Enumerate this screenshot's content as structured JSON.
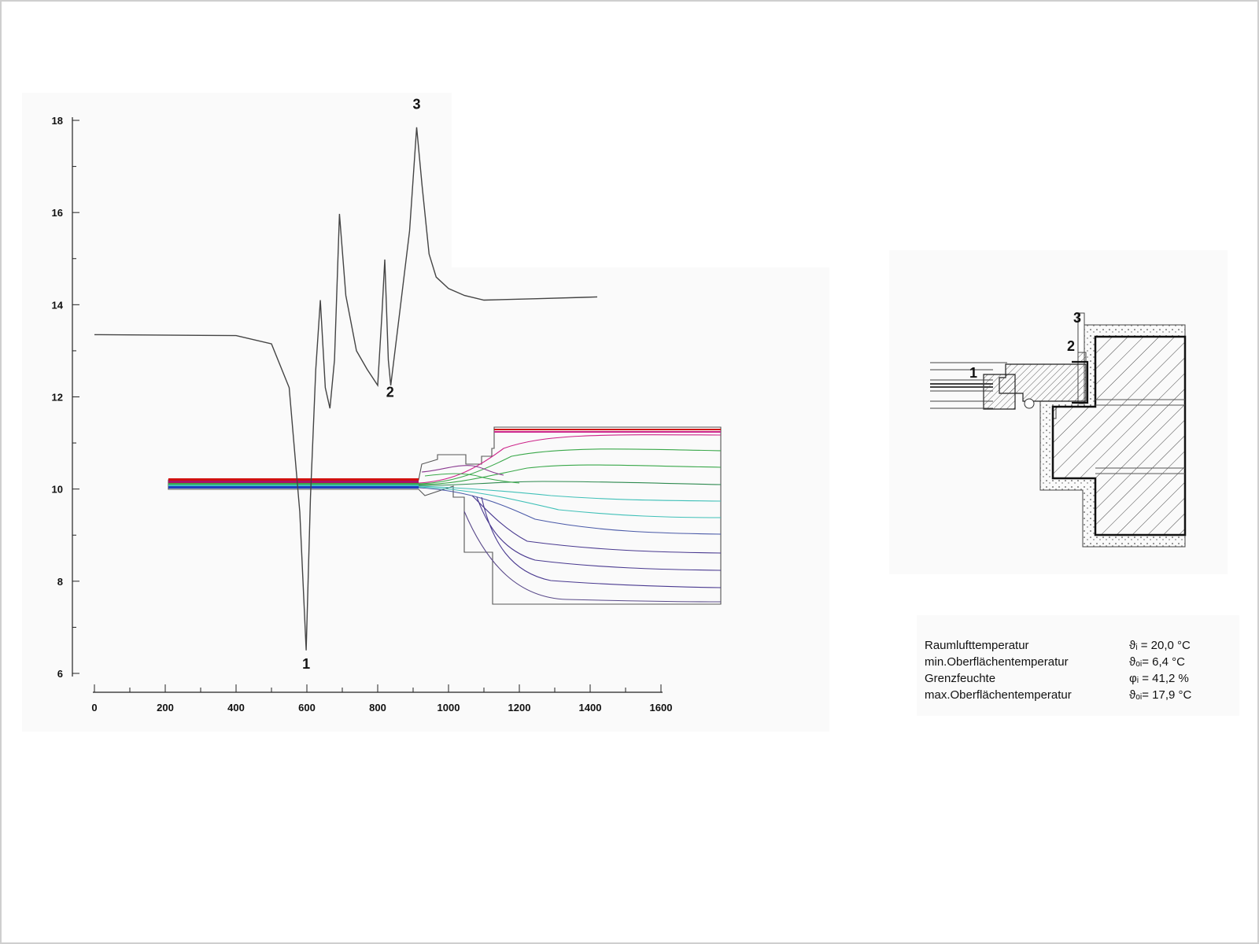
{
  "chart_data": {
    "type": "line",
    "title": "",
    "xlabel": "",
    "ylabel": "",
    "xlim": [
      0,
      1600
    ],
    "ylim": [
      6,
      18
    ],
    "x_ticks": [
      0,
      200,
      400,
      600,
      800,
      1000,
      1200,
      1400,
      1600
    ],
    "y_ticks": [
      6,
      8,
      10,
      12,
      14,
      16,
      18
    ],
    "grid": false,
    "series": [
      {
        "color": "#444444",
        "points": [
          [
            0,
            13.35
          ],
          [
            400,
            13.33
          ],
          [
            500,
            13.15
          ],
          [
            550,
            12.2
          ],
          [
            580,
            9.5
          ],
          [
            598,
            6.5
          ],
          [
            610,
            9.8
          ],
          [
            625,
            12.6
          ],
          [
            638,
            14.1
          ],
          [
            652,
            12.2
          ],
          [
            665,
            11.75
          ],
          [
            678,
            12.8
          ],
          [
            692,
            15.97
          ],
          [
            710,
            14.2
          ],
          [
            740,
            13.0
          ],
          [
            770,
            12.6
          ],
          [
            800,
            12.25
          ],
          [
            812,
            13.8
          ],
          [
            820,
            14.98
          ],
          [
            830,
            12.8
          ],
          [
            837,
            12.25
          ],
          [
            860,
            13.7
          ],
          [
            890,
            15.6
          ],
          [
            910,
            17.85
          ],
          [
            925,
            16.6
          ],
          [
            945,
            15.1
          ],
          [
            965,
            14.6
          ],
          [
            1000,
            14.35
          ],
          [
            1045,
            14.2
          ],
          [
            1100,
            14.1
          ],
          [
            1250,
            14.13
          ],
          [
            1380,
            14.16
          ],
          [
            1420,
            14.17
          ]
        ]
      }
    ],
    "annotations": [
      {
        "label": "1",
        "x": 598,
        "y": 6.1
      },
      {
        "label": "2",
        "x": 835,
        "y": 12.0
      },
      {
        "label": "3",
        "x": 910,
        "y": 18.25
      }
    ]
  },
  "detail_labels": [
    "1",
    "2",
    "3"
  ],
  "legend": [
    {
      "label": "Raumlufttemperatur",
      "value": "ϑᵢ = 20,0 °C"
    },
    {
      "label": "min.Oberflächentemperatur",
      "value": "ϑₒᵢ=  6,4 °C"
    },
    {
      "label": "Grenzfeuchte",
      "value": "φᵢ = 41,2 %"
    },
    {
      "label": "max.Oberflächentemperatur",
      "value": "ϑₒᵢ= 17,9 °C"
    }
  ],
  "colors": {
    "curve": "#444444",
    "isotherm_red": "#d01010",
    "isotherm_magenta": "#cc2288",
    "isotherm_green": "#3aa84a",
    "isotherm_teal": "#40c0b8",
    "isotherm_blue": "#2040c0",
    "isotherm_indigo": "#4a3a90"
  }
}
